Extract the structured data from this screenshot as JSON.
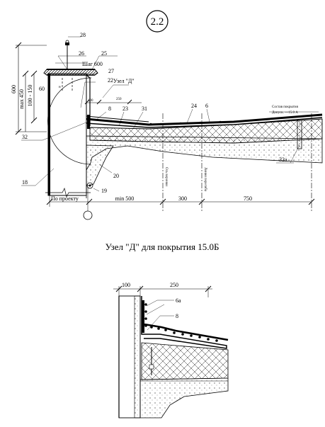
{
  "sheet": {
    "number": "2.2",
    "caption": "Узел \"Д\" для покрытия 15.0Б"
  },
  "upper": {
    "callouts": [
      "28",
      "26",
      "25",
      "27",
      "22",
      "8",
      "23",
      "31",
      "24",
      "6",
      "32",
      "18",
      "20",
      "19",
      "32а"
    ],
    "pitch_label": "Шаг 600",
    "node_label": "Узел \"Д\"",
    "dims": {
      "h600": "600",
      "max450": "max 450",
      "r100_150": "100 - 150",
      "d60": "60",
      "d100": "100",
      "d250": "250",
      "min500": "min 500",
      "d300": "300",
      "d750": "750",
      "po_proektu": "По проекту"
    },
    "axis_labels": {
      "funnel_axis": "Ось воронки",
      "bend_line": "Линия перегиба"
    },
    "composition": {
      "line1": "Состав покрытия",
      "line2": "Допуск. —15.0 А"
    },
    "h_mark": "н"
  },
  "lower": {
    "dims": {
      "d100": "100",
      "d250": "250"
    },
    "callouts": [
      "6а",
      "8"
    ]
  }
}
